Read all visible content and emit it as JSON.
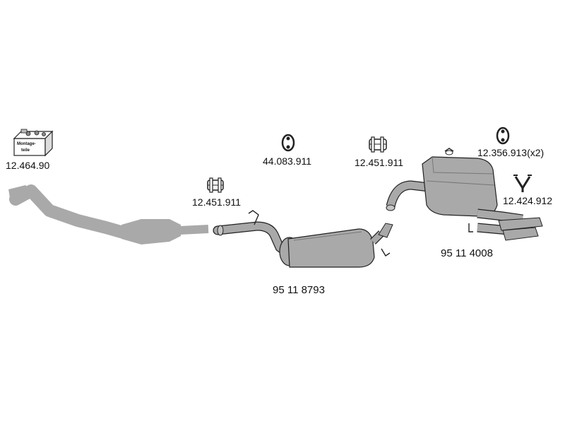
{
  "parts": {
    "kit": {
      "number": "12.464.90",
      "box_text_1": "Montage-",
      "box_text_2": "teile"
    },
    "hanger_1": {
      "number": "44.083.911"
    },
    "clamp_1": {
      "number": "12.451.911"
    },
    "clamp_2": {
      "number": "12.451.911"
    },
    "hanger_2": {
      "number": "12.356.913(x2)"
    },
    "bracket": {
      "number": "12.424.912"
    },
    "middle_silencer": {
      "number": "95 11 8793"
    },
    "rear_silencer": {
      "number": "95 11 4008"
    }
  },
  "colors": {
    "part_fill": "#a9a9a9",
    "outline": "#222222",
    "text": "#111111"
  }
}
